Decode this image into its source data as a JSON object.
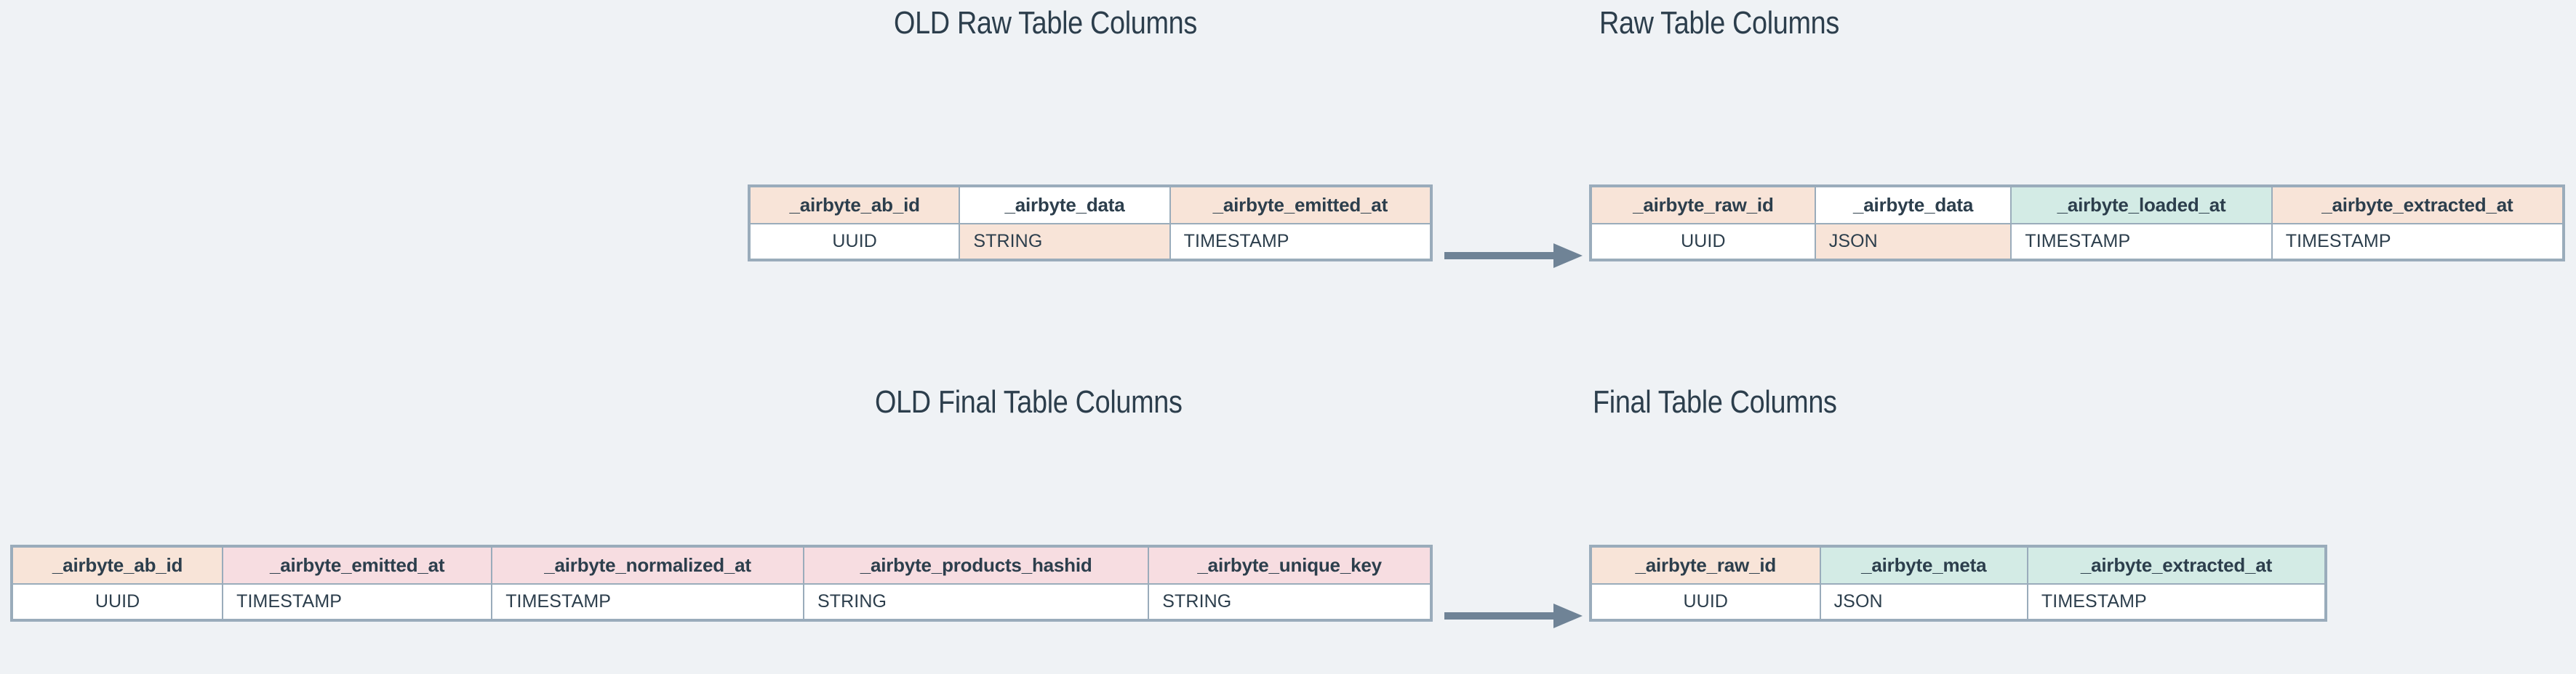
{
  "background_color": "#eff2f5",
  "text_color": "#2c3e4c",
  "border_color": "#9aacbb",
  "arrow_color": "#6f8396",
  "palette": {
    "peach": "#f8e4d8",
    "pink": "#f7dde1",
    "mint": "#d3ebe5",
    "white": "#ffffff"
  },
  "sections": [
    {
      "id": "raw",
      "old_title": "OLD Raw Table Columns",
      "new_title": "Raw Table Columns",
      "arrow_name": "arrow-old-raw-to-raw"
    },
    {
      "id": "final",
      "old_title": "OLD Final Table Columns",
      "new_title": "Final Table Columns",
      "arrow_name": "arrow-old-final-to-final"
    }
  ],
  "tables": {
    "old_raw": {
      "title": "OLD Raw Table Columns",
      "columns": [
        {
          "name": "_airbyte_ab_id",
          "type": "UUID",
          "header_fill": "peach",
          "body_fill": "white"
        },
        {
          "name": "_airbyte_data",
          "type": "STRING",
          "header_fill": "white",
          "body_fill": "peach"
        },
        {
          "name": "_airbyte_emitted_at",
          "type": "TIMESTAMP",
          "header_fill": "peach",
          "body_fill": "white"
        }
      ]
    },
    "new_raw": {
      "title": "Raw Table Columns",
      "columns": [
        {
          "name": "_airbyte_raw_id",
          "type": "UUID",
          "header_fill": "peach",
          "body_fill": "white"
        },
        {
          "name": "_airbyte_data",
          "type": "JSON",
          "header_fill": "white",
          "body_fill": "peach"
        },
        {
          "name": "_airbyte_loaded_at",
          "type": "TIMESTAMP",
          "header_fill": "mint",
          "body_fill": "white"
        },
        {
          "name": "_airbyte_extracted_at",
          "type": "TIMESTAMP",
          "header_fill": "peach",
          "body_fill": "white"
        }
      ]
    },
    "old_final": {
      "title": "OLD Final Table Columns",
      "columns": [
        {
          "name": "_airbyte_ab_id",
          "type": "UUID",
          "header_fill": "peach",
          "body_fill": "white"
        },
        {
          "name": "_airbyte_emitted_at",
          "type": "TIMESTAMP",
          "header_fill": "pink",
          "body_fill": "white"
        },
        {
          "name": "_airbyte_normalized_at",
          "type": "TIMESTAMP",
          "header_fill": "pink",
          "body_fill": "white"
        },
        {
          "name": "_airbyte_products_hashid",
          "type": "STRING",
          "header_fill": "pink",
          "body_fill": "white"
        },
        {
          "name": "_airbyte_unique_key",
          "type": "STRING",
          "header_fill": "pink",
          "body_fill": "white"
        }
      ]
    },
    "new_final": {
      "title": "Final Table Columns",
      "columns": [
        {
          "name": "_airbyte_raw_id",
          "type": "UUID",
          "header_fill": "peach",
          "body_fill": "white"
        },
        {
          "name": "_airbyte_meta",
          "type": "JSON",
          "header_fill": "mint",
          "body_fill": "white"
        },
        {
          "name": "_airbyte_extracted_at",
          "type": "TIMESTAMP",
          "header_fill": "mint",
          "body_fill": "white"
        }
      ]
    }
  }
}
